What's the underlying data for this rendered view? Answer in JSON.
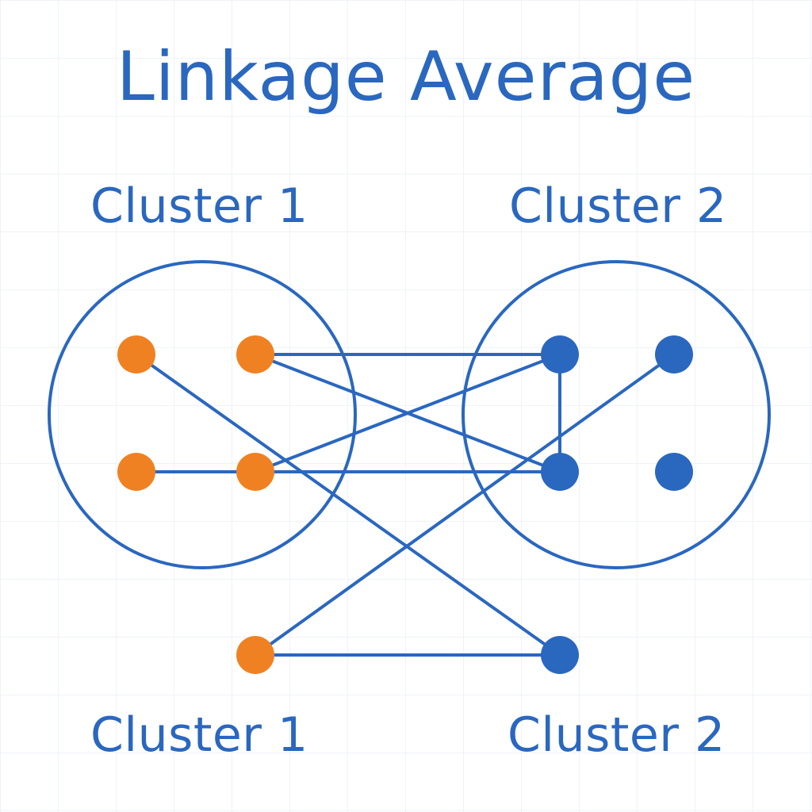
{
  "title": "Linkage Average",
  "labels": {
    "cluster1_top": "Cluster 1",
    "cluster2_top": "Cluster 2",
    "cluster1_bottom": "Cluster 1",
    "cluster2_bottom": "Cluster 2"
  },
  "colors": {
    "line": "#2a67bf",
    "cluster1_point": "#f08122",
    "cluster2_point": "#2a67bf"
  }
}
